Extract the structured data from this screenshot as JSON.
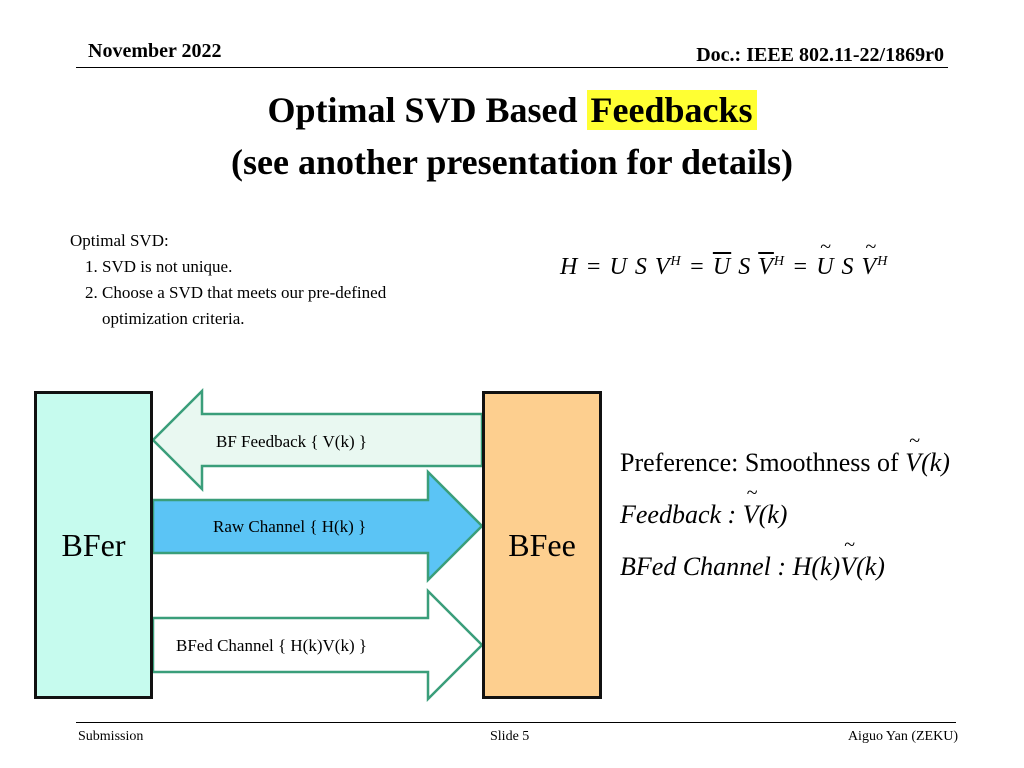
{
  "header": {
    "date": "November 2022",
    "doc": "Doc.: IEEE 802.11-22/1869r0"
  },
  "title": {
    "line1_a": "Optimal SVD Based ",
    "line1_b": "Feedbacks",
    "line2": "(see another presentation for details)"
  },
  "intro": {
    "heading": "Optimal  SVD:",
    "items": [
      "SVD  is  not unique.",
      "Choose a SVD that meets our pre-defined optimization criteria."
    ]
  },
  "equation": {
    "text": "H = U S V = U S V = U S V",
    "sup": "H"
  },
  "diagram": {
    "bfer": "BFer",
    "bfee": "BFee",
    "arrow_feedback": "BF Feedback { V(k) }",
    "arrow_raw": "Raw Channel { H(k) }",
    "arrow_bfed": "BFed Channel { H(k)V(k) }"
  },
  "preference": {
    "line1": "Preference: Smoothness of ",
    "line2_label": "Feedback : ",
    "line3_label": "BFed Channel : ",
    "vk": "V(k)",
    "hk": "H(k)"
  },
  "colors": {
    "bfer": "#c6fbee",
    "bfee": "#fdcf8f",
    "raw_arrow": "#5bc4f5",
    "feedback_arrow": "#e9f8f1",
    "arrow_stroke": "#3a9e7a",
    "highlight": "#ffff33"
  },
  "footer": {
    "left": "Submission",
    "center": "Slide 5",
    "right": "Aiguo Yan (ZEKU)"
  }
}
